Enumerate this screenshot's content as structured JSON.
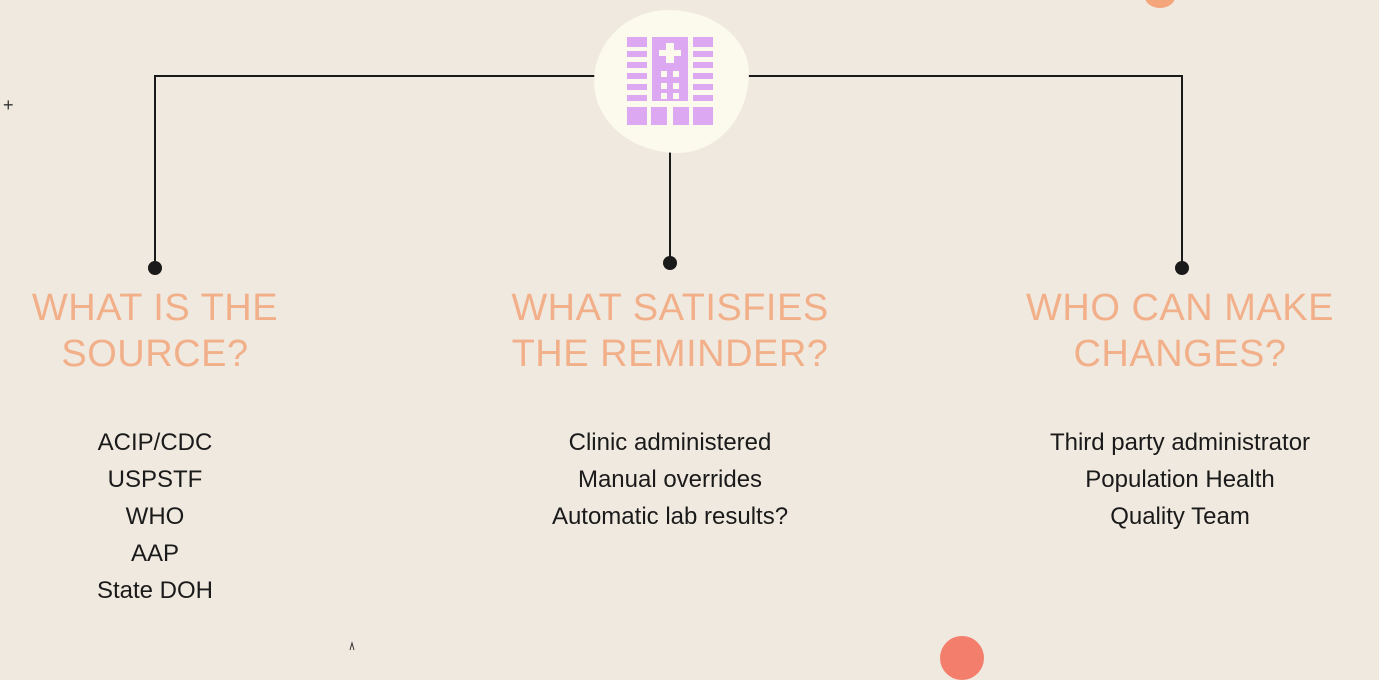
{
  "hub": {
    "icon": "hospital-building-icon",
    "color": "#DDA8F2",
    "background": "#FCFAEC"
  },
  "line_color": "#1A1A1A",
  "title_color": "#F2B08A",
  "columns": [
    {
      "title_lines": [
        "WHAT IS THE",
        "SOURCE?"
      ],
      "items": [
        "ACIP/CDC",
        "USPSTF",
        "WHO",
        "AAP",
        "State DOH"
      ]
    },
    {
      "title_lines": [
        "WHAT SATISFIES",
        "THE REMINDER?"
      ],
      "items": [
        "Clinic administered",
        "Manual overrides",
        "Automatic lab results?"
      ]
    },
    {
      "title_lines": [
        "WHO CAN MAKE",
        "CHANGES?"
      ],
      "items": [
        "Third party administrator",
        "Population Health",
        "Quality Team"
      ]
    }
  ],
  "decorations": {
    "sparkle_glyph": "+",
    "accent_orange": "#F4A57A",
    "accent_coral": "#F47E6C"
  }
}
